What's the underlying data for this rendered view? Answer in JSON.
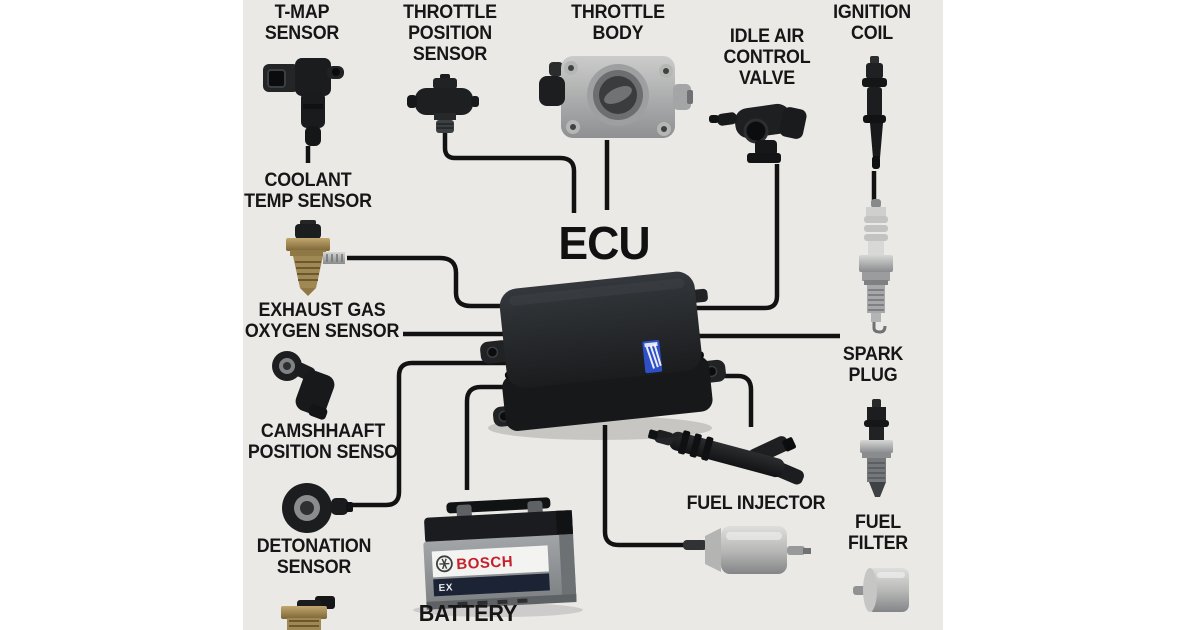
{
  "title": "ECU",
  "labels": {
    "tmap": "T-MAP\nSENSOR",
    "throttle_position": "THROTTLE\nPOSITION\nSENSOR",
    "throttle_body": "THROTTLE\nBODY",
    "idle_air": "IDLE AIR\nCONTROL\nVALVE",
    "ignition_coil": "IGNITION\nCOIL",
    "coolant": "COOLANT\nTEMP SENSOR",
    "exhaust": "EXHAUST GAS\nOXYGEN SENSOR",
    "camshaft": "CAMSHHAAFT\nPOSITION SENSO",
    "detonation": "DETONATION\nSENSOR",
    "battery": "BATTERY",
    "spark_plug": "SPARK\nPLUG",
    "fuel_injector": "FUEL INJECTOR",
    "fuel_filter": "FUEL\nFILTER"
  },
  "battery_brand": {
    "logo_text": "BOSCH",
    "series_text": "EX"
  },
  "colors": {
    "panel_bg": "#eae9e6",
    "line": "#121212",
    "text": "#161616",
    "bosch_red": "#c4202a",
    "ecu_sticker_blue": "#2d4fc8"
  }
}
